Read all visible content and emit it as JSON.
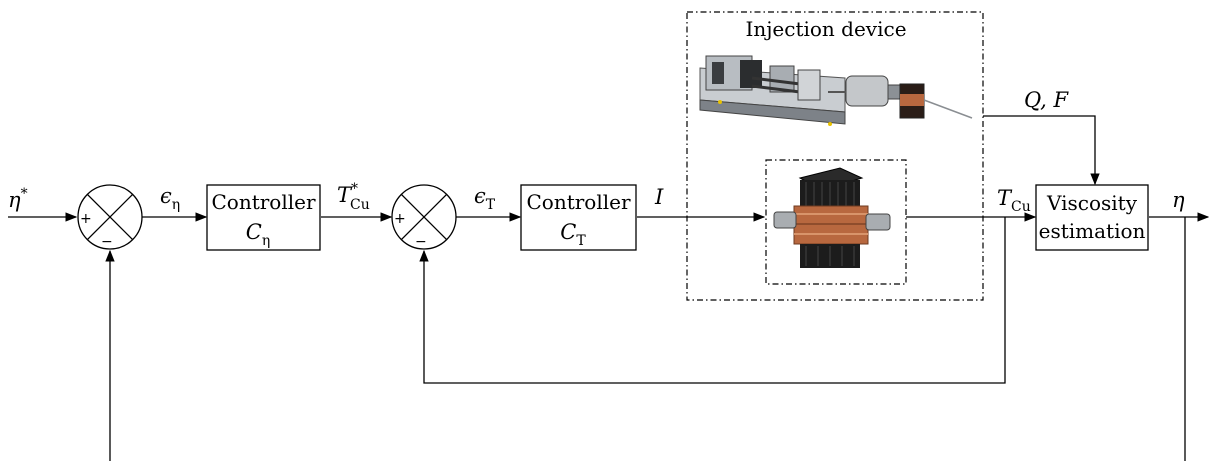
{
  "inputs": {
    "viscosity_ref_symbol": "η",
    "viscosity_ref_sup": "*"
  },
  "sum1": {
    "plus": "+",
    "minus": "−"
  },
  "sum2": {
    "plus": "+",
    "minus": "−"
  },
  "signals": {
    "eps_eta_symbol": "ϵ",
    "eps_eta_sub": "η",
    "temp_ref_symbol": "T",
    "temp_ref_sup": "*",
    "temp_ref_sub": "Cu",
    "eps_t_symbol": "ϵ",
    "eps_t_sub": "T",
    "current": "I",
    "temp_cu_symbol": "T",
    "temp_cu_sub": "Cu",
    "flow_force": "Q, F",
    "viscosity_out": "η"
  },
  "controller_eta": {
    "title": "Controller",
    "symbol": "C",
    "sub": "η"
  },
  "controller_t": {
    "title": "Controller",
    "symbol": "C",
    "sub": "T"
  },
  "injection_device": {
    "title": "Injection device",
    "image_pump": "syringe-pump-render",
    "image_heater": "copper-heater-block-render"
  },
  "estimator": {
    "line1": "Viscosity",
    "line2": "estimation"
  },
  "colors": {
    "copper": "#b8683f",
    "heatsink": "#1c1c1c",
    "pump_frame": "#9aa0a6"
  }
}
